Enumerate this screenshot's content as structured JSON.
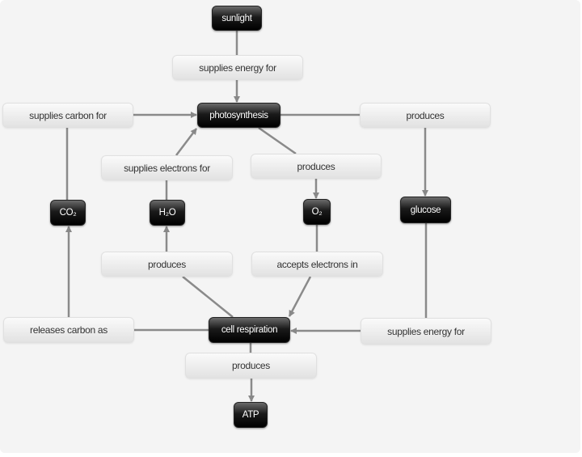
{
  "concepts": {
    "sunlight": "sunlight",
    "photosynthesis": "photosynthesis",
    "co2": "CO₂",
    "h2o": "H₂O",
    "o2": "O₂",
    "glucose": "glucose",
    "cell_respiration": "cell respiration",
    "atp": "ATP"
  },
  "links": {
    "supplies_energy_top": "supplies energy for",
    "supplies_carbon": "supplies carbon for",
    "produces_glucose": "produces",
    "supplies_electrons": "supplies electrons for",
    "produces_o2": "produces",
    "produces_h2o": "produces",
    "accepts_electrons": "accepts electrons in",
    "releases_carbon": "releases carbon as",
    "supplies_energy_bottom": "supplies energy for",
    "produces_atp": "produces"
  },
  "colors": {
    "concept": "#111111",
    "link": "#e8e8e8",
    "edge": "#888888"
  }
}
